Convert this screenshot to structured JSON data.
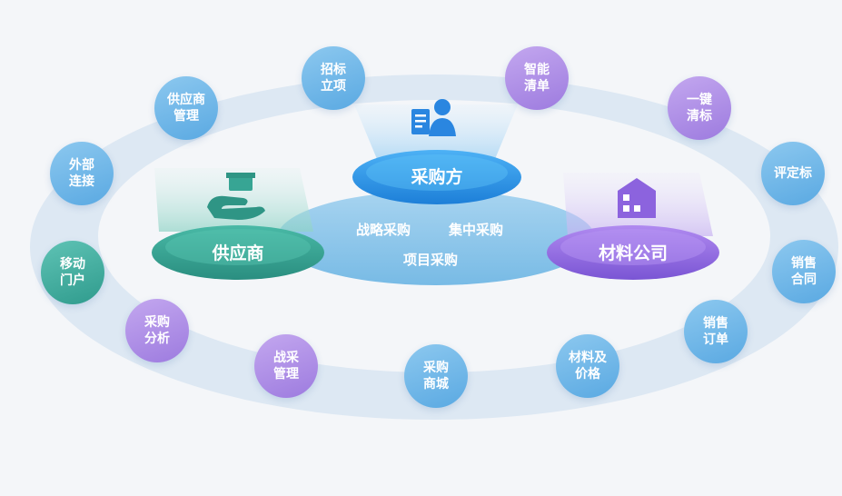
{
  "center": {
    "procurer": "采购方",
    "supplier": "供应商",
    "materials": "材料公司",
    "mode_strategic": "战略采购",
    "mode_centralized": "集中采购",
    "mode_project": "项目采购"
  },
  "outer_nodes": [
    {
      "id": "zhaobiao",
      "text": "招标\n立项",
      "color": "blue"
    },
    {
      "id": "zhineng",
      "text": "智能\n清单",
      "color": "purple"
    },
    {
      "id": "yijian",
      "text": "一键\n清标",
      "color": "purple"
    },
    {
      "id": "pingding",
      "text": "评定标",
      "color": "blue"
    },
    {
      "id": "xiaoshou-hetong",
      "text": "销售\n合同",
      "color": "blue"
    },
    {
      "id": "xiaoshou-dingdan",
      "text": "销售\n订单",
      "color": "blue"
    },
    {
      "id": "cailiao",
      "text": "材料及\n价格",
      "color": "blue"
    },
    {
      "id": "caigou-shangcheng",
      "text": "采购\n商城",
      "color": "blue"
    },
    {
      "id": "zhancai",
      "text": "战采\n管理",
      "color": "purple"
    },
    {
      "id": "caigou-fenxi",
      "text": "采购\n分析",
      "color": "purple"
    },
    {
      "id": "yidong",
      "text": "移动\n门户",
      "color": "teal"
    },
    {
      "id": "waibu",
      "text": "外部\n连接",
      "color": "blue"
    },
    {
      "id": "gongyingshang-guanli",
      "text": "供应商\n管理",
      "color": "blue"
    }
  ]
}
